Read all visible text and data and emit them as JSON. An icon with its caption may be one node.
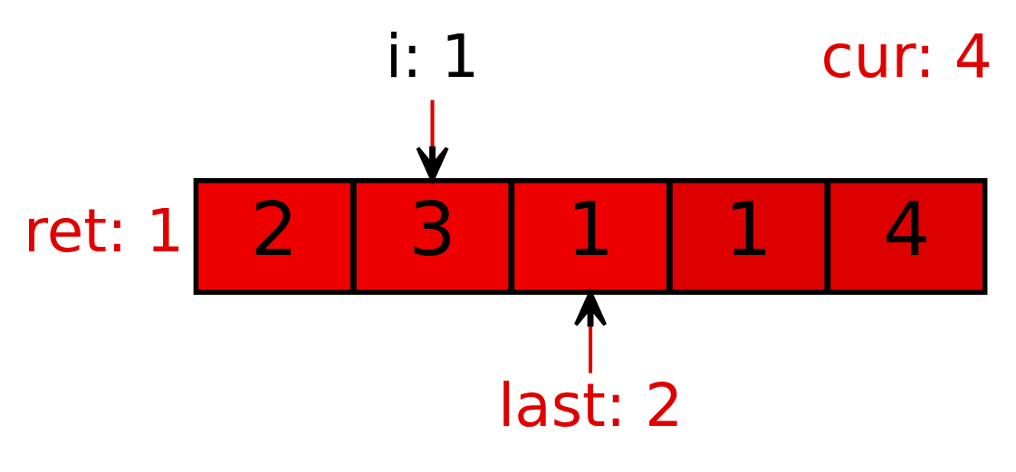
{
  "diagram": {
    "nodes": [
      {
        "text": [
          "i: 1"
        ]
      },
      {
        "text": [
          "2"
        ]
      },
      {
        "text": [
          "3"
        ]
      },
      {
        "text": [
          "1"
        ]
      },
      {
        "text": [
          "1"
        ]
      },
      {
        "text": [
          "4"
        ]
      },
      {
        "text": [
          "last: 2"
        ]
      }
    ],
    "edges": [
      {
        "from": 0,
        "to": 2,
        "arrow": "to",
        "color": "#e00000"
      },
      {
        "from": 6,
        "to": 3,
        "arrow": "to",
        "color": "#e00000"
      }
    ],
    "labels": [
      "cur: 4",
      "ret: 1"
    ]
  }
}
